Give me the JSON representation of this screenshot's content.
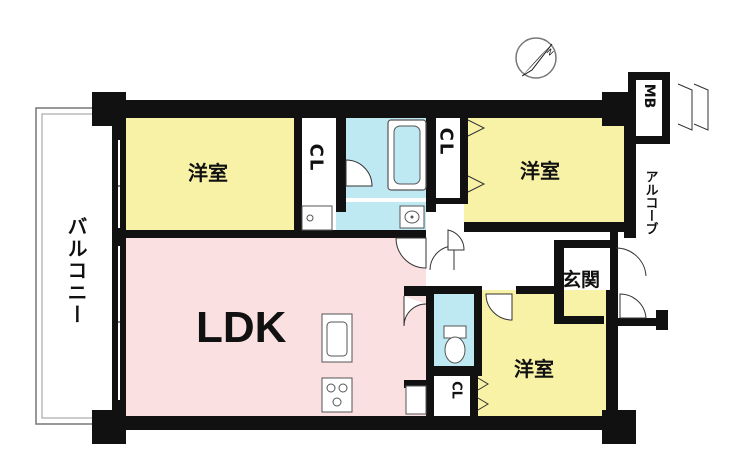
{
  "colors": {
    "wall": "#111111",
    "western_room": "#f7f2a6",
    "ldk": "#fbe0e2",
    "wet_area": "#bfe9f2",
    "floor_neutral": "#ffffff",
    "balcony_line": "#666666"
  },
  "rooms": {
    "western_room_1": "洋室",
    "western_room_2": "洋室",
    "western_room_3": "洋室",
    "ldk": "LDK",
    "closet_1": "CL",
    "closet_2": "CL",
    "closet_3": "CL",
    "meter_box": "MB",
    "entrance": "玄関",
    "alcove": "アルコーブ",
    "balcony": "バルコニー"
  },
  "icons": {
    "compass": "north-arrow-icon",
    "bathtub": "bathtub-icon",
    "sink": "washbasin-icon",
    "toilet": "toilet-icon",
    "kitchen_sink": "kitchen-sink-icon",
    "stove": "stove-icon"
  }
}
